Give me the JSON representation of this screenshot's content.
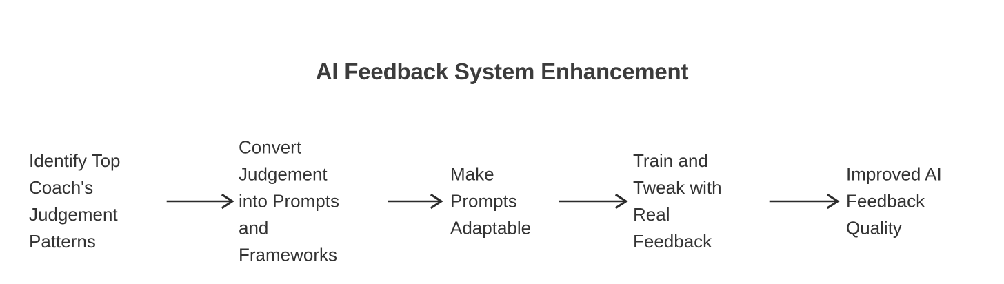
{
  "title": "AI Feedback System Enhancement",
  "colors": {
    "background": "#ffffff",
    "title_text": "#3c3c3c",
    "node_text": "#333333",
    "arrow": "#2b2b2b"
  },
  "diagram": {
    "type": "linear-flow",
    "orientation": "left-to-right",
    "node_count": 5,
    "arrow_count": 4,
    "nodes": [
      {
        "id": "node-1",
        "label": "Identify Top\nCoach's\nJudgement\nPatterns",
        "lines": [
          "Identify Top",
          "Coach's",
          "Judgement",
          "Patterns"
        ]
      },
      {
        "id": "node-2",
        "label": "Convert\nJudgement\ninto Prompts\nand\nFrameworks",
        "lines": [
          "Convert",
          "Judgement",
          "into Prompts",
          "and",
          "Frameworks"
        ]
      },
      {
        "id": "node-3",
        "label": "Make\nPrompts\nAdaptable",
        "lines": [
          "Make",
          "Prompts",
          "Adaptable"
        ]
      },
      {
        "id": "node-4",
        "label": "Train and\nTweak with\nReal\nFeedback",
        "lines": [
          "Train and",
          "Tweak with",
          "Real",
          "Feedback"
        ]
      },
      {
        "id": "node-5",
        "label": "Improved AI\nFeedback\nQuality",
        "lines": [
          "Improved AI",
          "Feedback",
          "Quality"
        ]
      }
    ],
    "arrows": [
      {
        "id": "arrow-1",
        "from": "node-1",
        "to": "node-2",
        "style": "solid-open-head"
      },
      {
        "id": "arrow-2",
        "from": "node-2",
        "to": "node-3",
        "style": "solid-open-head"
      },
      {
        "id": "arrow-3",
        "from": "node-3",
        "to": "node-4",
        "style": "solid-open-head"
      },
      {
        "id": "arrow-4",
        "from": "node-4",
        "to": "node-5",
        "style": "solid-open-head"
      }
    ]
  },
  "icons": {
    "arrow_right": "arrow-right-icon"
  }
}
